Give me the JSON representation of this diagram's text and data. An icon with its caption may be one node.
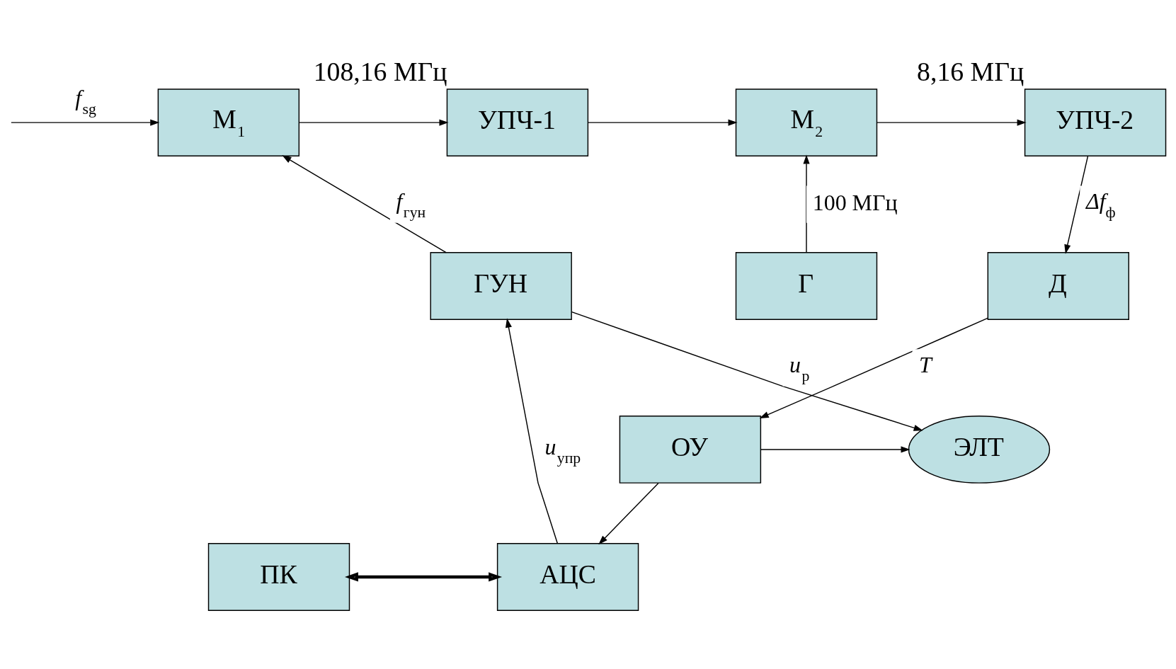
{
  "diagram": {
    "nodes": [
      {
        "text": [
          "М$_{1}$"
        ]
      },
      {
        "text": [
          "УПЧ-1"
        ],
        "beside": [
          "108,16 МГц"
        ]
      },
      {
        "text": [
          "М$_{2}$"
        ]
      },
      {
        "text": [
          "УПЧ-2"
        ],
        "beside": [
          "8,16 МГц"
        ]
      },
      {
        "text": [
          "ГУН"
        ]
      },
      {
        "text": [
          "Г"
        ]
      },
      {
        "text": [
          "Д"
        ]
      },
      {
        "text": [
          "ЭЛТ"
        ]
      },
      {
        "text": [
          "ОУ"
        ]
      },
      {
        "text": [
          "ПК"
        ]
      },
      {
        "text": [
          "АЦС"
        ]
      }
    ],
    "edges": [
      {
        "from": null,
        "to": 0,
        "arrow": "to",
        "label": "*f*$_{sg}$"
      },
      {
        "from": 0,
        "to": 1,
        "arrow": "to"
      },
      {
        "from": 1,
        "to": 2,
        "arrow": "to"
      },
      {
        "from": 2,
        "to": 3,
        "arrow": "to"
      },
      {
        "from": 4,
        "to": 0,
        "arrow": "to",
        "label": "*f*$_{гун}$"
      },
      {
        "from": 5,
        "to": 2,
        "arrow": "to",
        "label": "100 МГц"
      },
      {
        "from": 3,
        "to": 6,
        "arrow": "to",
        "label": "*Δf*$_{ф}$"
      },
      {
        "from": 6,
        "to": 8,
        "arrow": "to",
        "label": "*T*"
      },
      {
        "from": 4,
        "to": 7,
        "arrow": "to",
        "label": "*u*$_{р}$"
      },
      {
        "from": 8,
        "to": 7,
        "arrow": "to"
      },
      {
        "from": 10,
        "to": 4,
        "arrow": "to",
        "label": "*u*$_{упр}$"
      },
      {
        "from": 8,
        "to": 10,
        "arrow": "to"
      },
      {
        "from": 9,
        "to": 10,
        "arrow": "both",
        "style": "thick"
      }
    ]
  }
}
